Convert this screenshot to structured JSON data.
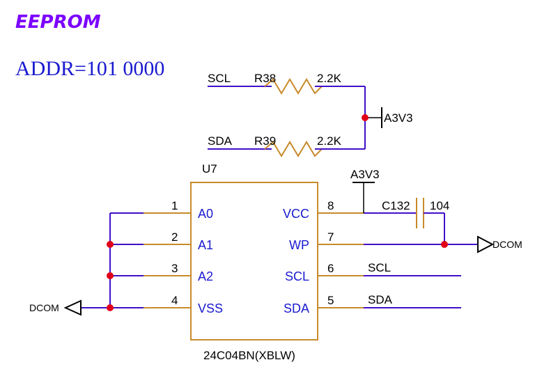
{
  "title": "EEPROM",
  "address_note": "ADDR=101 0000",
  "colors": {
    "title": "#7b00ff",
    "address": "#1a1ad0",
    "net_wire": "#4010c8",
    "component": "#c88a2a",
    "junction": "#e0001a",
    "pin_name": "#1a1ad0",
    "text": "#000000"
  },
  "pullups": [
    {
      "net": "SCL",
      "ref": "R38",
      "value": "2.2K"
    },
    {
      "net": "SDA",
      "ref": "R39",
      "value": "2.2K"
    }
  ],
  "power_labels": {
    "pullup_rail": "A3V3",
    "vcc_rail": "A3V3"
  },
  "ground_labels": {
    "left": "DCOM",
    "right": "DCOM"
  },
  "chip": {
    "ref": "U7",
    "part": "24C04BN(XBLW)",
    "left_pins": [
      {
        "num": "1",
        "name": "A0"
      },
      {
        "num": "2",
        "name": "A1"
      },
      {
        "num": "3",
        "name": "A2"
      },
      {
        "num": "4",
        "name": "VSS"
      }
    ],
    "right_pins": [
      {
        "num": "8",
        "name": "VCC"
      },
      {
        "num": "7",
        "name": "WP"
      },
      {
        "num": "6",
        "name": "SCL"
      },
      {
        "num": "5",
        "name": "SDA"
      }
    ]
  },
  "capacitor": {
    "ref": "C132",
    "value": "104"
  },
  "net_labels": {
    "scl": "SCL",
    "sda": "SDA"
  }
}
